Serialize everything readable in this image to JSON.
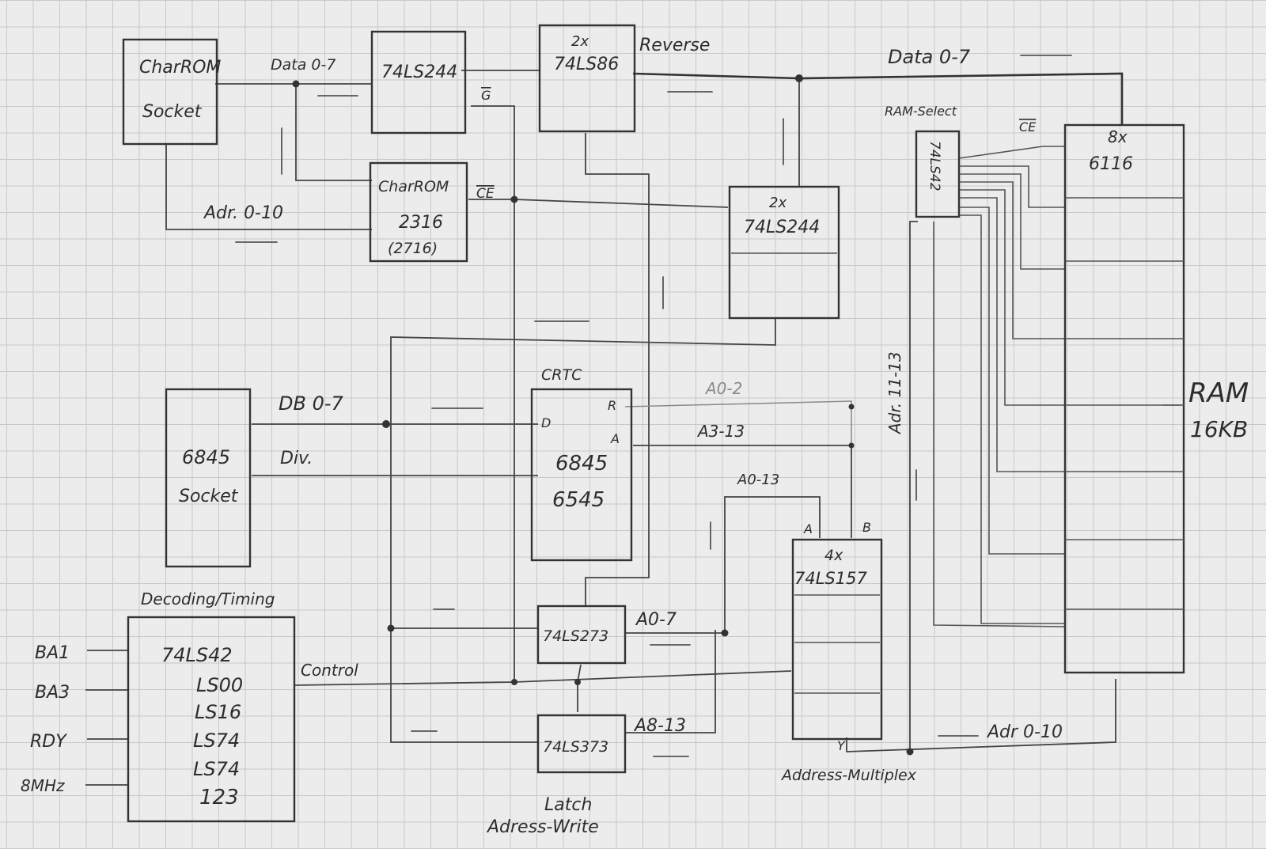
{
  "charrom_socket": {
    "line1": "CharROM",
    "line2": "Socket"
  },
  "buffer_244": {
    "label": "74LS244",
    "enable": "G"
  },
  "xor_86": {
    "line1": "2x",
    "line2": "74LS86"
  },
  "reverse_label": "Reverse",
  "data_bus_left": "Data 0-7",
  "data_bus_right": "Data 0-7",
  "charrom": {
    "line1": "CharROM",
    "line2": "2316",
    "line3": "(2716)",
    "ce": "CE"
  },
  "addr_charrom": "Adr. 0-10",
  "buffer_2x244": {
    "line1": "2x",
    "line2": "74LS244"
  },
  "ram_select": {
    "title": "RAM-Select",
    "chip": "74LS42",
    "ce": "CE"
  },
  "ram": {
    "line1": "8x",
    "line2": "6116",
    "label1": "RAM",
    "label2": "16KB"
  },
  "adr_11_13": "Adr. 11-13",
  "crtc_socket": {
    "line1": "6845",
    "line2": "Socket"
  },
  "db_label": "DB 0-7",
  "div_label": "Div.",
  "crtc": {
    "title": "CRTC",
    "r": "R",
    "a": "A",
    "d": "D",
    "chip1": "6845",
    "chip2": "6545"
  },
  "bus_labels": {
    "a0_2": "A0-2",
    "a3_13": "A3-13",
    "a0_13": "A0-13",
    "a0_7": "A0-7",
    "a8_13": "A8-13"
  },
  "mux": {
    "a": "A",
    "b": "B",
    "line1": "4x",
    "line2": "74LS157",
    "y": "Y",
    "caption": "Address-Multiplex"
  },
  "latch_273": "74LS273",
  "latch_373": "74LS373",
  "latch_caption": {
    "line1": "Latch",
    "line2": "Adress-Write"
  },
  "decoding": {
    "title": "Decoding/Timing",
    "chips": [
      "74LS42",
      "LS00",
      "LS16",
      "LS74",
      "LS74",
      "123"
    ],
    "inputs": [
      "BA1",
      "BA3",
      "RDY",
      "8MHz"
    ],
    "control": "Control"
  },
  "adr_0_10": "Adr 0-10",
  "colors": {
    "paper": "#ececec",
    "grid": "#c9c9c9",
    "pencil": "#333333"
  }
}
